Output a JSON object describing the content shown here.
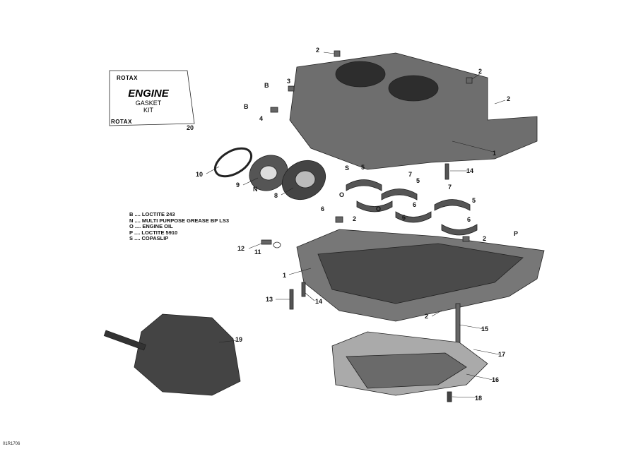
{
  "kit_box": {
    "brand_top": "ROTAX",
    "title": "ENGINE",
    "subtitle_1": "GASKET",
    "subtitle_2": "KIT",
    "brand_bottom": "ROTAX"
  },
  "legend": [
    "B .... LOCTITE 243",
    "N .... MULTI PURPOSE GREASE BP LS3",
    "O .... ENGINE OIL",
    "P .... LOCTITE 5910",
    "S .... COPASLIP"
  ],
  "callouts": [
    "2",
    "2",
    "3",
    "B",
    "B",
    "4",
    "2",
    "1",
    "20",
    "14",
    "10",
    "9",
    "5",
    "S",
    "7",
    "5",
    "7",
    "N",
    "8",
    "O",
    "O",
    "5",
    "6",
    "6",
    "2",
    "6",
    "6",
    "2",
    "P",
    "12",
    "11",
    "1",
    "13",
    "14",
    "2",
    "15",
    "19",
    "17",
    "16",
    "18"
  ],
  "diagram_code": "01R1706",
  "colors": {
    "part_fill": "#6e6e6e",
    "part_dark": "#3a3a3a",
    "part_light": "#a8a8a8"
  }
}
